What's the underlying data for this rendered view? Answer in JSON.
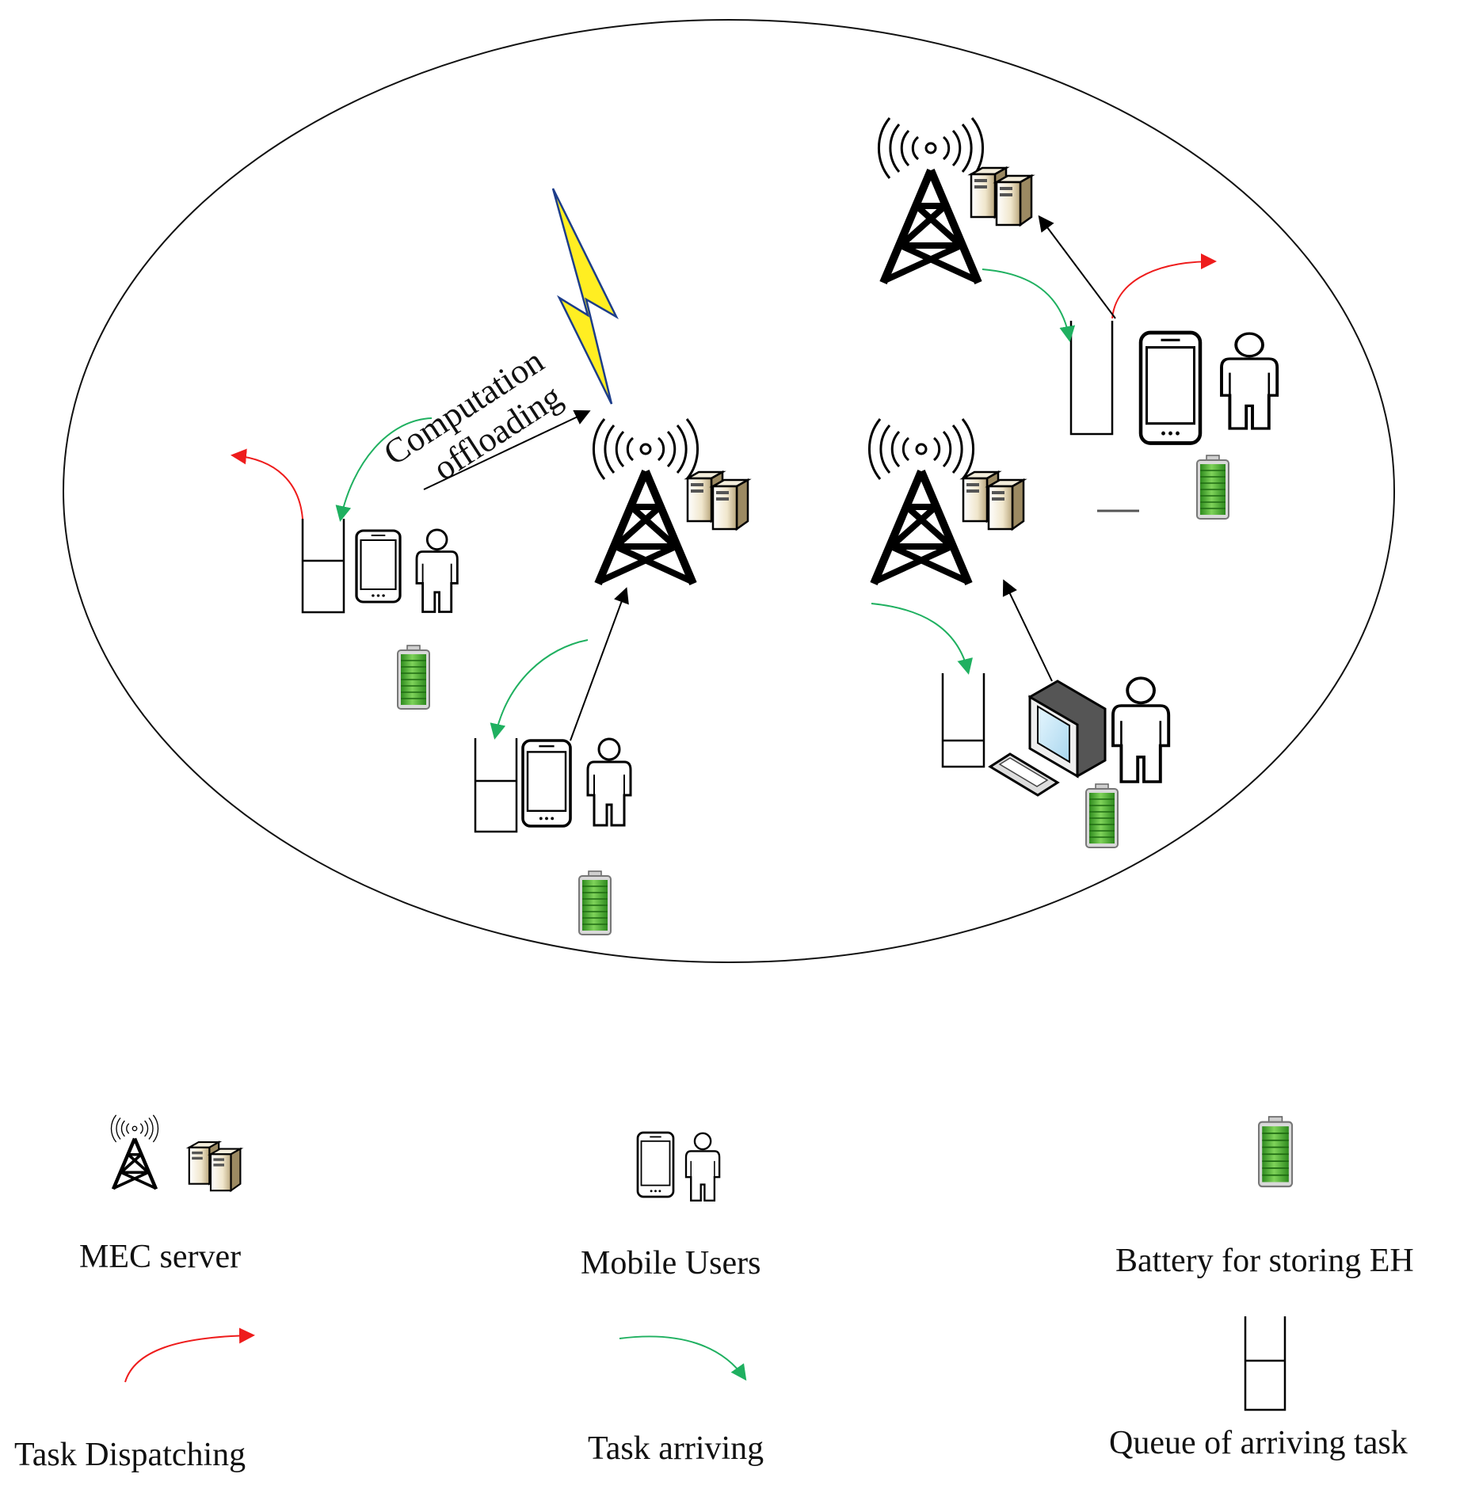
{
  "diagram": {
    "offload_label_line1": "Computation",
    "offload_label_line2": "offloading"
  },
  "legend": {
    "mec_server": "MEC server",
    "mobile_users": "Mobile Users",
    "battery": "Battery for storing EH",
    "task_dispatching": "Task Dispatching",
    "task_arriving": "Task arriving",
    "queue": "Queue of arriving task"
  },
  "colors": {
    "dispatch_arrow": "#ee1c1c",
    "arrive_arrow": "#1fb060",
    "battery_fill": "#3fae2a",
    "lightning": "#ffee22",
    "server_body": "#e8dcc0"
  }
}
